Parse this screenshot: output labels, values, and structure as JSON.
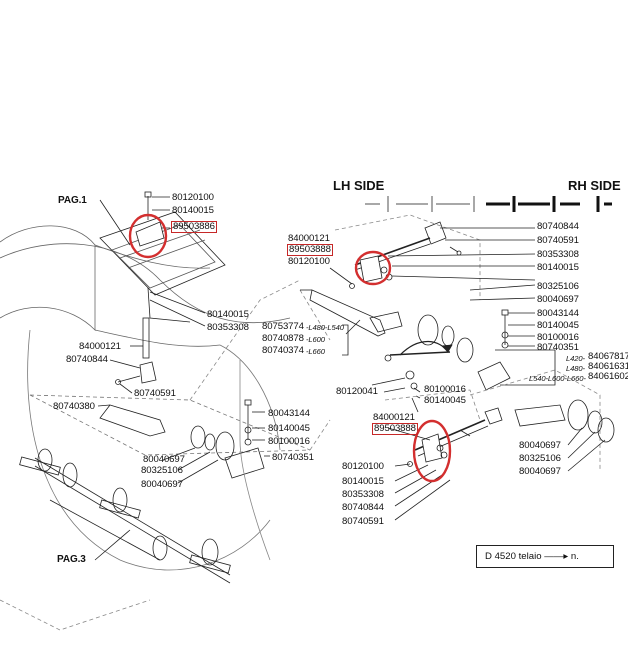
{
  "page_refs": {
    "pag1": "PAG.1",
    "pag3": "PAG.3"
  },
  "sides": {
    "lh": "LH SIDE",
    "rh": "RH SIDE"
  },
  "left_parts": {
    "p80120100": "80120100",
    "p80140015": "80140015",
    "p89503886": "89503886",
    "p80140015b": "80140015",
    "p80353308": "80353308",
    "p84000121": "84000121",
    "p80740844": "80740844",
    "p80740591": "80740591",
    "p80740380": "80740380",
    "p80043144": "80043144",
    "p80140045": "80140045",
    "p80100016": "80100016",
    "p80740351": "80740351",
    "p80040697a": "80040697",
    "p80325106": "80325106",
    "p80040697b": "80040697"
  },
  "middle_parts": {
    "p80753774": "80753774",
    "v80753774": "-L480-L540",
    "p80740878": "80740878",
    "v80740878": "-L600",
    "p80740374": "80740374",
    "v80740374": "-L660",
    "p80120041": "80120041",
    "p80100016": "80100016",
    "p80140045": "80140045"
  },
  "right_top_parts": {
    "p84000121": "84000121",
    "p89503888": "89503888",
    "p80120100": "80120100",
    "p80740844": "80740844",
    "p80740591": "80740591",
    "p80353308": "80353308",
    "p80140015": "80140015",
    "p80325106": "80325106",
    "p80040697": "80040697",
    "p80043144": "80043144",
    "p80140045": "80140045",
    "p80100016": "80100016",
    "p80740351": "80740351",
    "v_l420": "L420-",
    "p84067817": "84067817",
    "v_l480": "L480-",
    "p84061631": "84061631",
    "v_l540": "L540-L600-L660-",
    "p84061602": "84061602"
  },
  "right_bottom_parts": {
    "p84000121": "84000121",
    "p89503888": "89503888",
    "p80120100": "80120100",
    "p80140015": "80140015",
    "p80353308": "80353308",
    "p80740844": "80740844",
    "p80740591": "80740591",
    "p80040697a": "80040697",
    "p80325106": "80325106",
    "p80040697b": "80040697"
  },
  "footer": {
    "text": "D 4520 telaio ——▸  n."
  },
  "colors": {
    "highlight": "#d32f2f",
    "line": "#222222",
    "light_line": "#9a9a9a"
  }
}
